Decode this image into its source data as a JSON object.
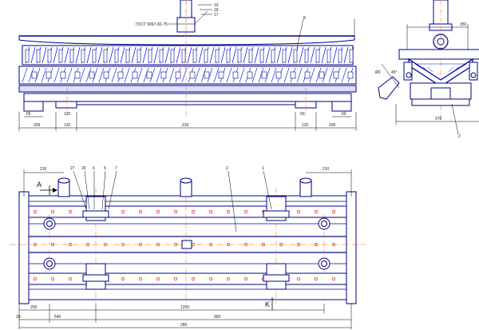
{
  "top_view": {
    "leader_note": "ГОСТ 9097-82-75",
    "callouts": [
      "19",
      "18",
      "17"
    ],
    "part_mark_right": "8",
    "dims": [
      "65",
      "120",
      "205",
      "120",
      "910",
      "60",
      "120",
      "205",
      "60"
    ]
  },
  "side_view": {
    "angle_label": "45°",
    "dim_side": "Ø2",
    "dims_top": "350",
    "dims_bottom": "570",
    "callout": "2"
  },
  "plan_view": {
    "view_label": "A",
    "section_label": "K",
    "callouts_top": [
      "210",
      "27",
      "26",
      "6",
      "6",
      "7",
      "2",
      "1",
      "210"
    ],
    "dims_bottom": [
      "200",
      "20",
      "540",
      "1200",
      "900",
      "280"
    ]
  },
  "colors": {
    "outline": "#000080",
    "centerline": "#ff6000",
    "hatch": "#0000ff",
    "dim": "#000000"
  }
}
